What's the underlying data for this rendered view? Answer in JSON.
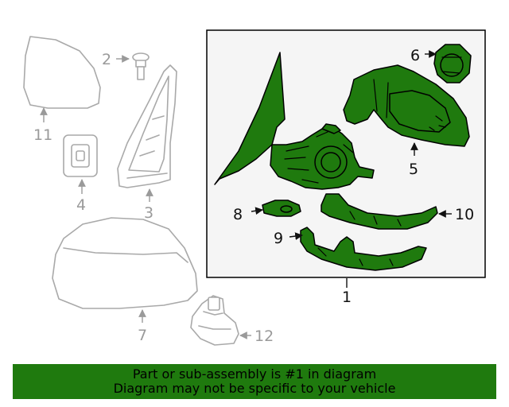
{
  "colors": {
    "highlight": "#1f7a0e",
    "banner_bg": "#1f7a0e",
    "box_bg": "#f5f5f5",
    "ghost": "#a9a9a9"
  },
  "callouts": {
    "c1": "1",
    "c2": "2",
    "c3": "3",
    "c4": "4",
    "c5": "5",
    "c6": "6",
    "c7": "7",
    "c8": "8",
    "c9": "9",
    "c10": "10",
    "c11": "11",
    "c12": "12"
  },
  "banner": {
    "line1": "Part or sub-assembly is #1 in diagram",
    "line2": "Diagram may not be specific to your vehicle"
  }
}
